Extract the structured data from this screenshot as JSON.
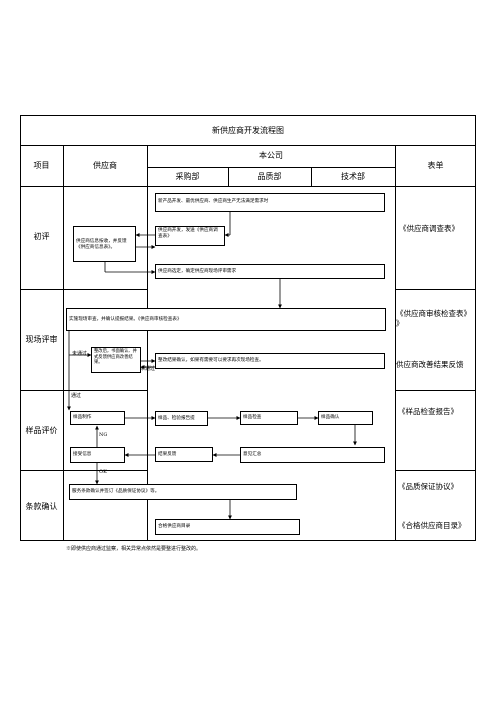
{
  "title": "新供应商开发流程图",
  "headers": {
    "item": "项目",
    "supplier": "供应商",
    "company": "本公司",
    "purchasing": "采购部",
    "quality": "品质部",
    "tech": "技术部",
    "forms": "表单"
  },
  "stages": [
    "初评",
    "现场评审",
    "样品评价",
    "条款确认"
  ],
  "forms": [
    "《供应商调查表》",
    "《供应商审核检查表》",
    "供应商改善结果反馈",
    "《样品检查报告》",
    "《品质保证协议》",
    "《合格供应商目录》"
  ],
  "boxes": {
    "new_supplier": "新产品开发、最优供应商、供应商生产无法满足需求时",
    "send_survey": "供应商开发，发送《供应商调查表》",
    "fill_info": "供应商信息按收，并反馈《供应商信息表》。",
    "select_supplier": "供应商选定，确定供应商现场评审需求",
    "onsite_audit": "实施现场审查，并确认提报结果。《供应商审核检查表》",
    "improve": "整改后，书面确认、并式反馈供应商改善结果。",
    "confirm_improve": "整改结果确认，如果有需要可以要求再次现场检查。",
    "sample_make": "样品制作",
    "sample_send": "样品、检验报告提",
    "sample_inspect": "样品检查",
    "sample_confirm": "样品确认",
    "receive_info": "接受信息",
    "result_feedback": "结果反馈",
    "opinion_summary": "意见汇总",
    "sign_agreement": "服务条款确认并签订《品质保证协议》等。",
    "qualified_list": "合格供应商目录"
  },
  "labels": {
    "not_passed": "未通过",
    "not_passed_2": "未通过",
    "passed": "通过",
    "ng": "NG",
    "ok": "OK"
  },
  "note": "※即使供应商通过监察，相关异常点依然是要整进行整改的。"
}
